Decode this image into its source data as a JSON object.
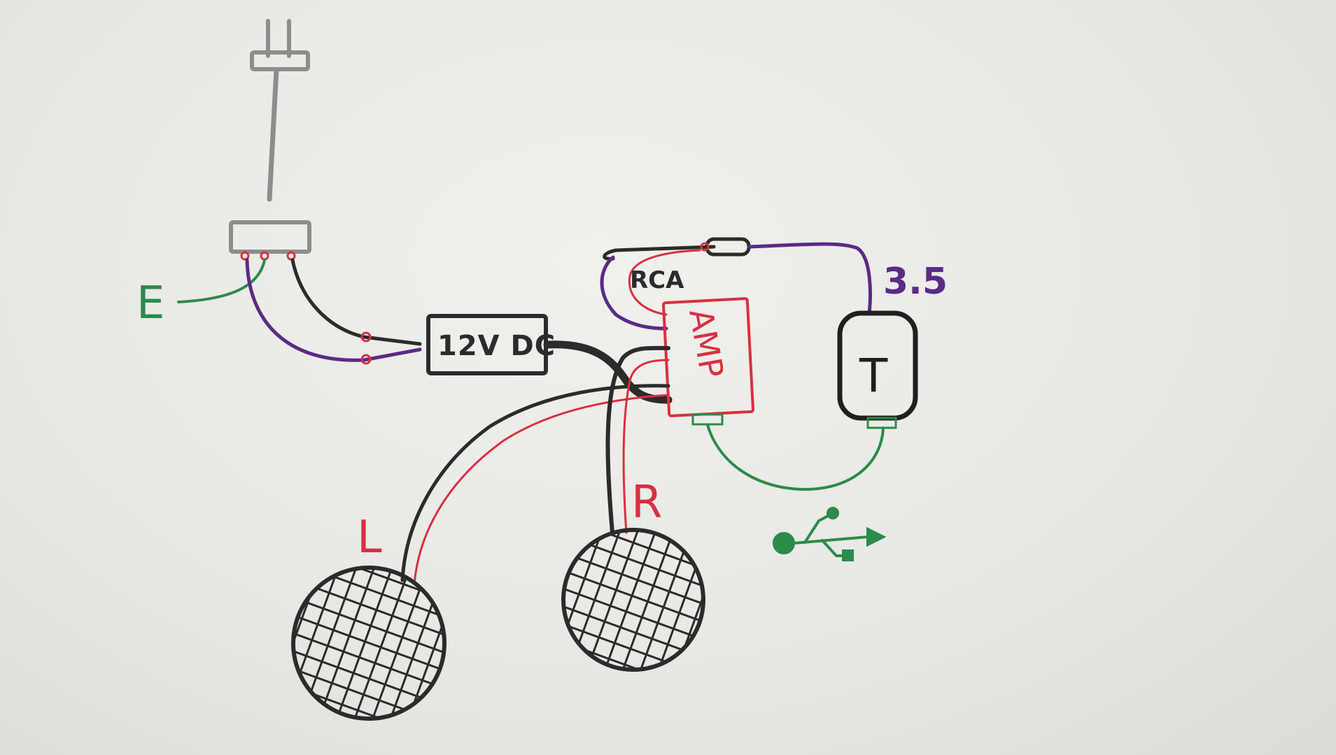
{
  "labels": {
    "earth": "E",
    "power_supply": "12V DC",
    "rca": "RCA",
    "amp": "AMP",
    "jack": "3.5",
    "transmitter": "T",
    "left": "L",
    "right": "R"
  },
  "colors": {
    "black": "#2b2b2b",
    "purple": "#5b2a86",
    "green": "#2c8a4a",
    "red": "#d83040",
    "gray": "#8d8d8d"
  },
  "icons": [
    "plug-icon",
    "usb-icon",
    "speaker-left-icon",
    "speaker-right-icon"
  ]
}
